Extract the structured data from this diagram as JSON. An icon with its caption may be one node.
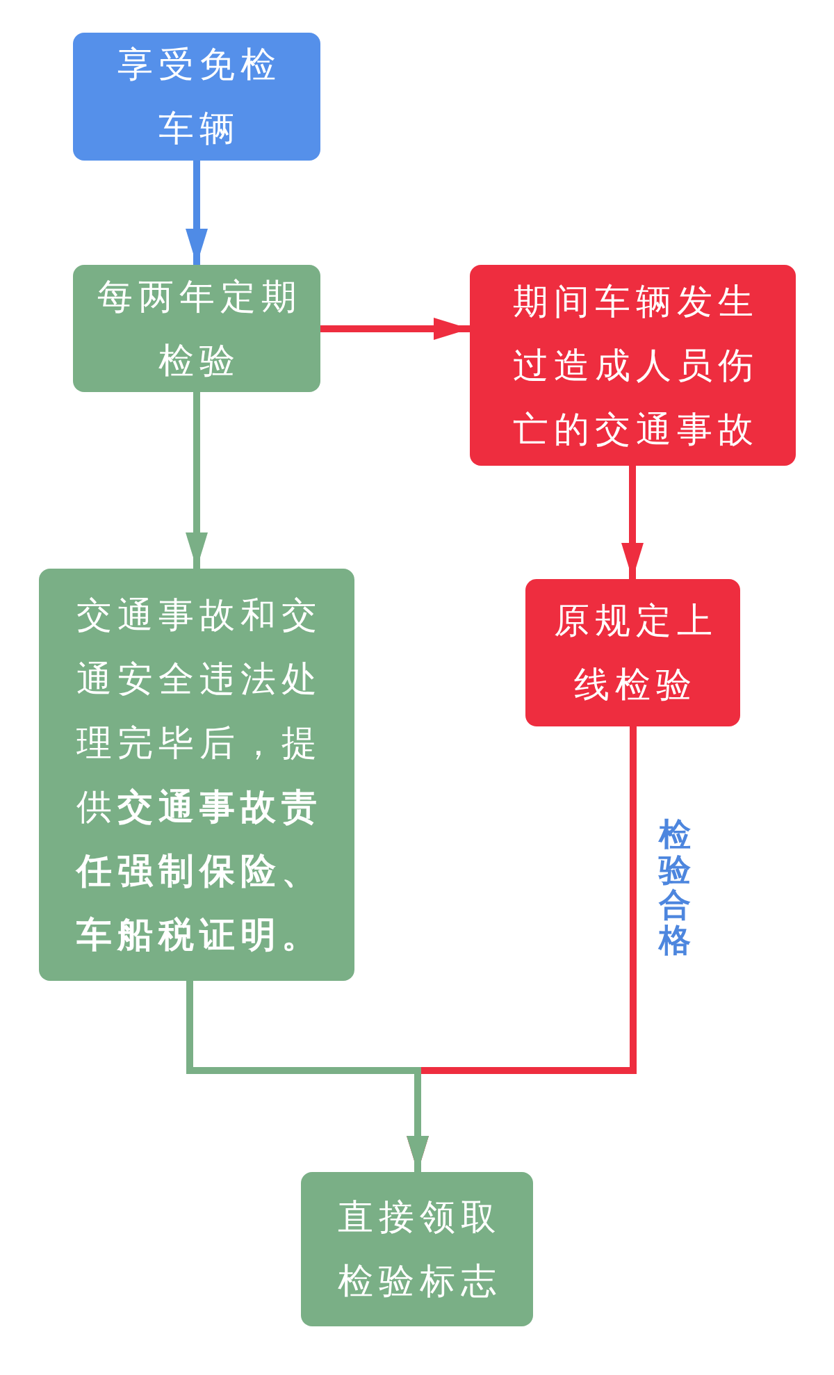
{
  "diagram": {
    "nodes": [
      {
        "text": [
          "享受免检车辆"
        ]
      },
      {
        "text": [
          "每两年定期检验"
        ]
      },
      {
        "text": [
          "期间车辆发生过造成人员伤亡的交通事故"
        ]
      },
      {
        "text": [
          "原规定上线检验"
        ]
      },
      {
        "text": [
          "交通事故和交通安全违法处理完毕后，提供**交通事故责任强制保险、车船税证明。**"
        ]
      },
      {
        "text": [
          "直接领取检验标志"
        ]
      }
    ],
    "edges": [
      {
        "from": 0,
        "to": 1,
        "arrow": "to",
        "color": "#4f8be6"
      },
      {
        "from": 1,
        "to": 2,
        "arrow": "to",
        "color": "#ee2d3f"
      },
      {
        "from": 1,
        "to": 4,
        "arrow": "to",
        "color": "#7aaf86"
      },
      {
        "from": 2,
        "to": 3,
        "arrow": "to",
        "color": "#ee2d3f"
      },
      {
        "from": 3,
        "to": 5,
        "arrow": "to",
        "label": "检验合格",
        "color": "#ee2d3f"
      },
      {
        "from": 4,
        "to": 5,
        "arrow": "to",
        "color": "#7aaf86"
      }
    ]
  }
}
